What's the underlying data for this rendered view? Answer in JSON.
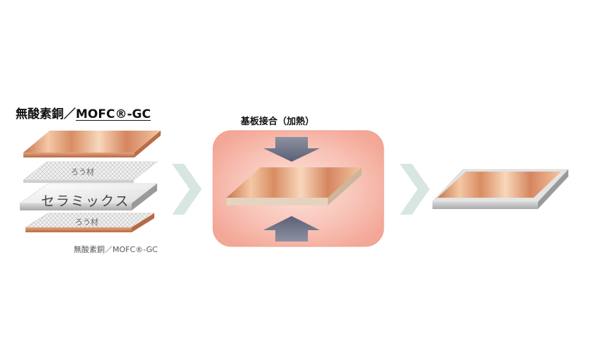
{
  "labels": {
    "material_prefix": "無酸素銅／",
    "material_brand": "MOFC®-GC",
    "solder_top": "ろう材",
    "ceramic": "セラミックス",
    "solder_bottom": "ろう材",
    "material_caption": "無酸素銅／MOFC®-GC",
    "process": "基板接合（加熱）"
  },
  "colors": {
    "copper_light": "#f7d2b3",
    "copper_dark": "#d98a62",
    "ceramic": "#e8e8e8",
    "arrow_chevron": "#d7e6e2",
    "heat_glow": "#f6b6a8",
    "press_arrow": "#6f7588"
  }
}
